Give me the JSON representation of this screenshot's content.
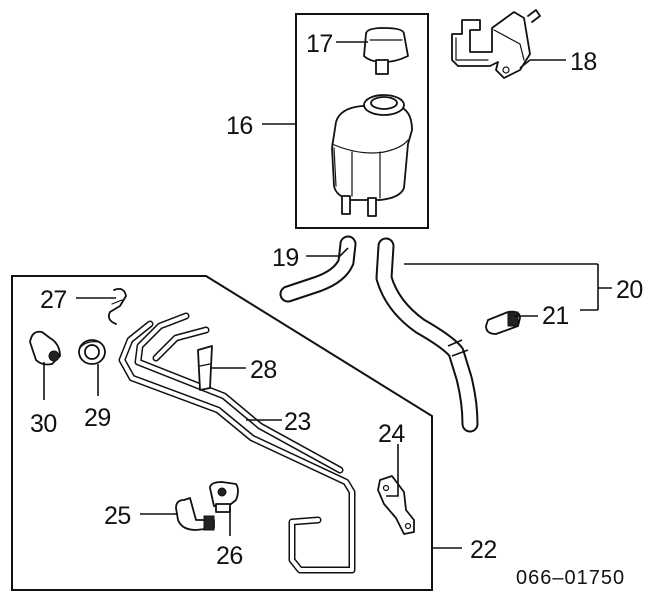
{
  "callouts": {
    "c16": "16",
    "c17": "17",
    "c18": "18",
    "c19": "19",
    "c20": "20",
    "c21": "21",
    "c22": "22",
    "c23": "23",
    "c24": "24",
    "c25": "25",
    "c26": "26",
    "c27": "27",
    "c28": "28",
    "c29": "29",
    "c30": "30"
  },
  "reference_code": "066–01750"
}
